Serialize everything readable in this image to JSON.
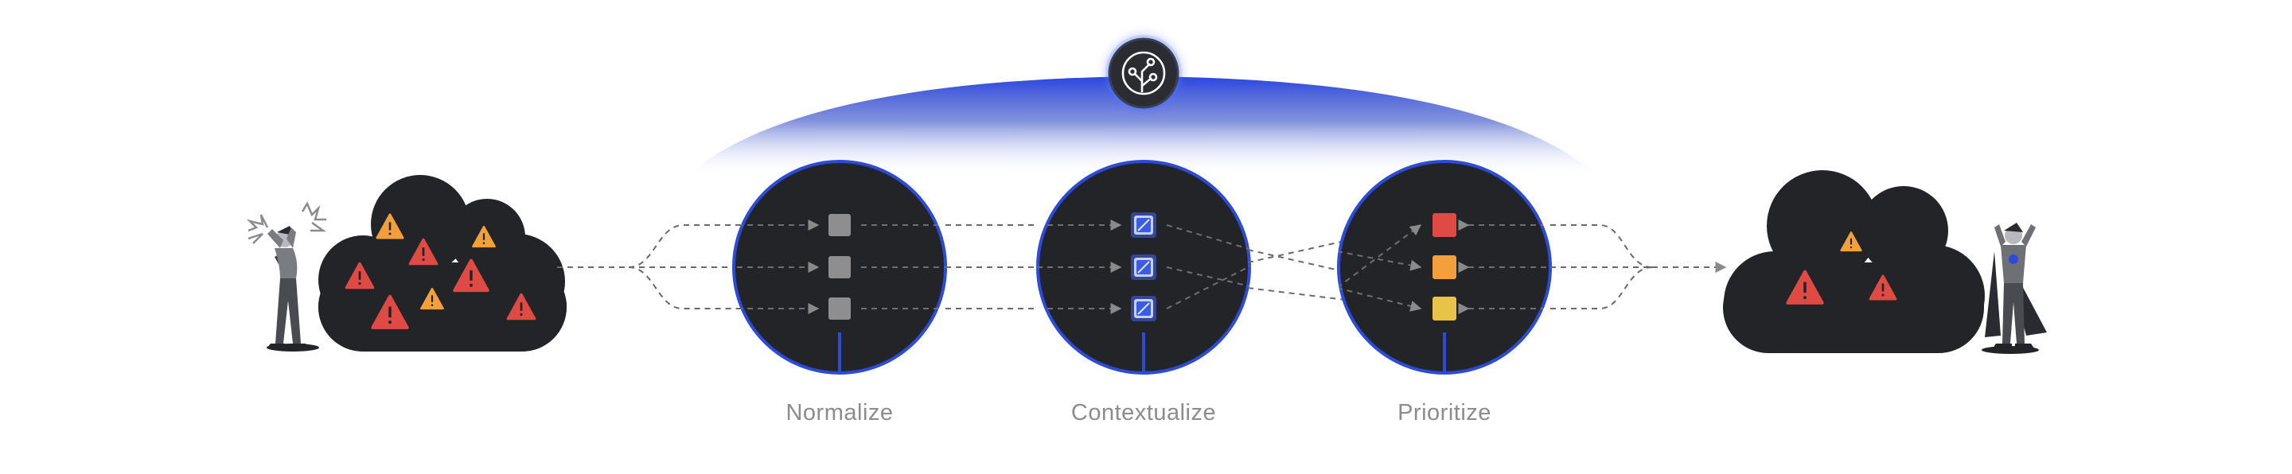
{
  "stages": [
    {
      "id": "normalize",
      "label": "Normalize"
    },
    {
      "id": "contextualize",
      "label": "Contextualize"
    },
    {
      "id": "prioritize",
      "label": "Prioritize"
    }
  ],
  "colors": {
    "dark": "#222428",
    "accent_blue": "#2d4bd8",
    "alert_red": "#e04a45",
    "alert_orange": "#f3a03c",
    "alert_yellow": "#e7c447",
    "gray_square": "#8e8e90",
    "label_gray": "#8c8c8c"
  },
  "icons": {
    "hub": "connected-nodes-icon",
    "alert": "warning-triangle-icon"
  }
}
